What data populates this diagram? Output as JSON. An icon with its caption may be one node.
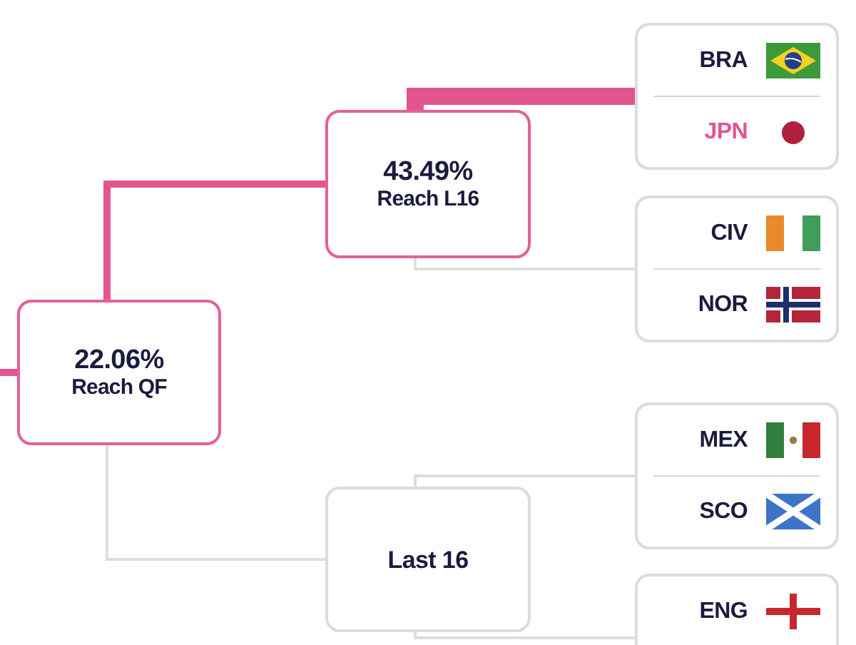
{
  "diagram": {
    "nodes": [
      {
        "text": [
          "22.06%",
          "Reach QF"
        ]
      },
      {
        "text": [
          "43.49%",
          "Reach L16"
        ]
      },
      {
        "text": [
          "Last 16"
        ]
      },
      {
        "text": [
          "BRA",
          "JPN"
        ]
      },
      {
        "text": [
          "CIV",
          "NOR"
        ]
      },
      {
        "text": [
          "MEX",
          "SCO"
        ]
      },
      {
        "text": [
          "ENG"
        ]
      }
    ],
    "edges": [
      {
        "from": 0,
        "to": null,
        "arrow": "none",
        "style": "thick",
        "color": "#e2558f"
      },
      {
        "from": 1,
        "to": 0,
        "arrow": "none",
        "style": "thick",
        "color": "#e2558f"
      },
      {
        "from": 2,
        "to": 0,
        "arrow": "none"
      },
      {
        "from": 3,
        "to": 1,
        "arrow": "none",
        "style": "thick",
        "color": "#e2558f"
      },
      {
        "from": 4,
        "to": 1,
        "arrow": "none"
      },
      {
        "from": 5,
        "to": 2,
        "arrow": "none"
      },
      {
        "from": 6,
        "to": 2,
        "arrow": "none"
      }
    ]
  }
}
